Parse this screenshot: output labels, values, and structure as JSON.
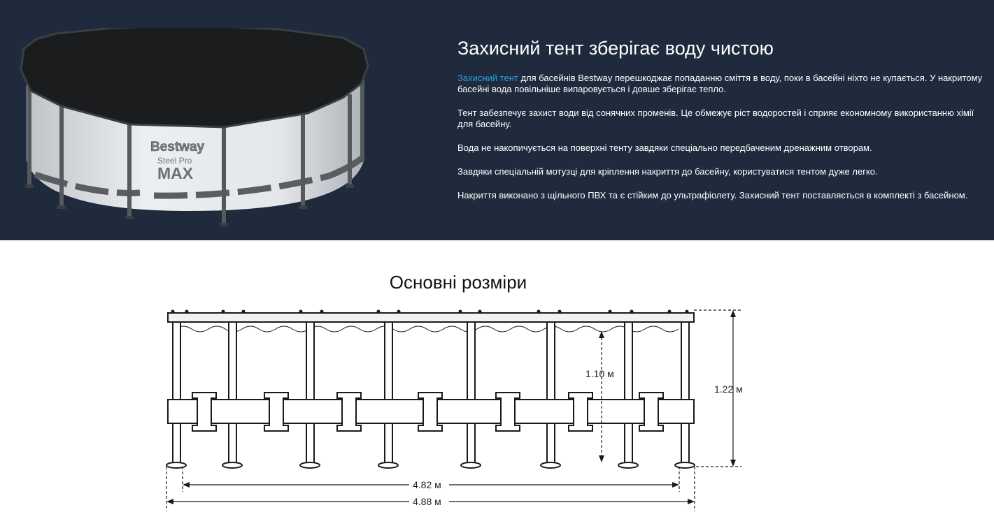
{
  "hero": {
    "title": "Захисний тент зберігає воду чистою",
    "brand": {
      "name": "Bestway",
      "line": "Steel Pro",
      "model": "MAX"
    },
    "p1_link": "Захисний тент",
    "p1_rest": " для басейнів Bestway перешкоджає попаданню сміття в воду, поки в басейні ніхто не купається. У накритому басейні вода повільніше випаровується і довше зберігає тепло.",
    "p2": "Тент забезпечує захист води від сонячних променів. Це обмежує ріст водоростей і сприяє економному використанню хімії для басейну.",
    "p3": "Вода не накопичується на поверхні тенту завдяки спеціально передбаченим дренажним отворам.",
    "p4": "Завдяки спеціальній мотузці для кріплення накриття до басейну, користуватися тентом дуже легко.",
    "p5": "Накриття виконано з щільного ПВХ та є стійким до ультрафіолету. Захисний тент поставляється в комплекті з басейном.",
    "colors": {
      "background": "#1f2a3d",
      "link": "#29a0e6"
    }
  },
  "dimensions": {
    "title": "Основні розміри",
    "water_height": "1.10 м",
    "total_height": "1.22 м",
    "inner_diameter": "4.82 м",
    "outer_diameter": "4.88 м"
  }
}
